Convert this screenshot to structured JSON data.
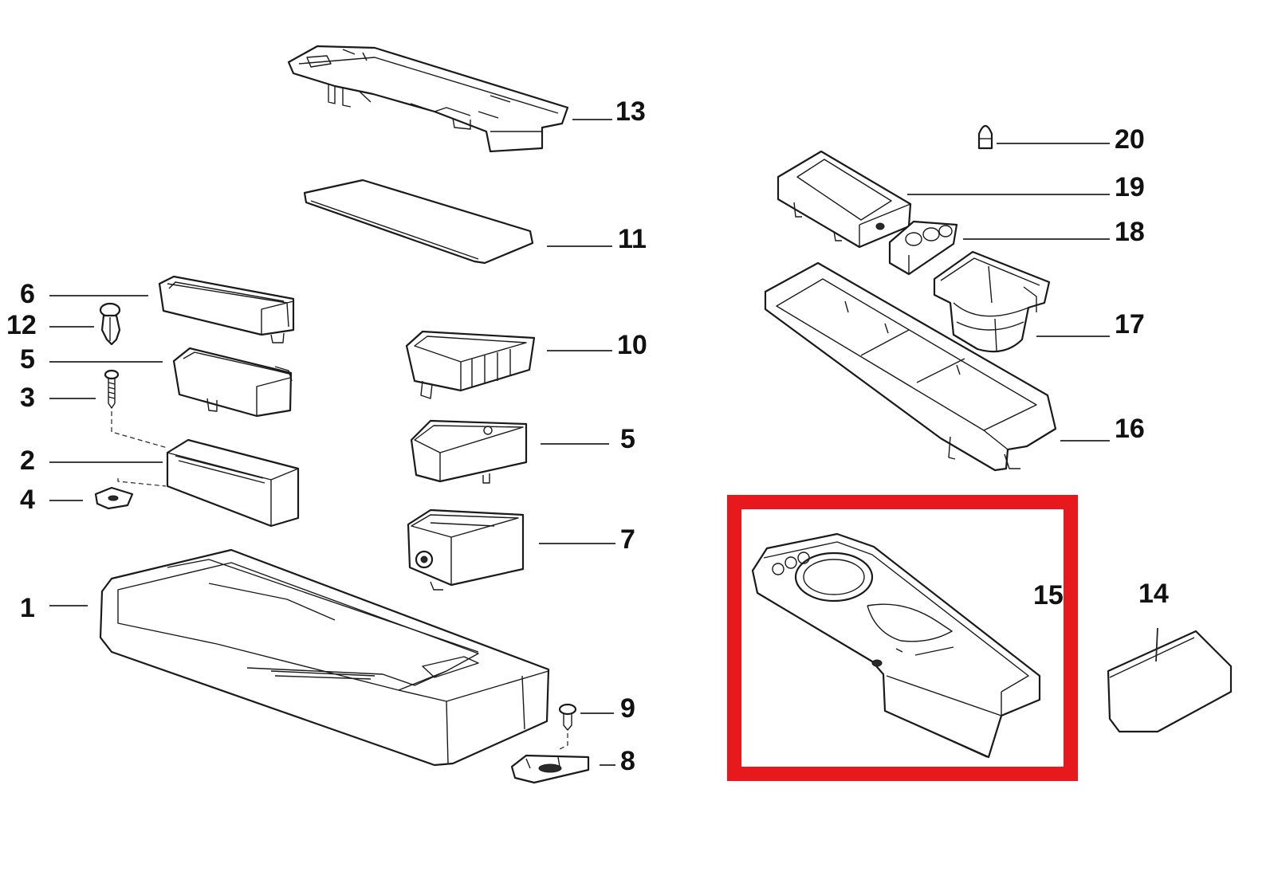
{
  "diagram": {
    "part_numbers": [
      "1",
      "2",
      "3",
      "4",
      "5",
      "6",
      "7",
      "8",
      "9",
      "10",
      "11",
      "12",
      "13",
      "14",
      "15",
      "16",
      "17",
      "18",
      "19",
      "20"
    ],
    "labels": {
      "p13": "13",
      "p11": "11",
      "p6": "6",
      "p12": "12",
      "p5a": "5",
      "p3": "3",
      "p2": "2",
      "p4": "4",
      "p1": "1",
      "p10": "10",
      "p5b": "5",
      "p7": "7",
      "p9": "9",
      "p8": "8",
      "p20": "20",
      "p19": "19",
      "p18": "18",
      "p17": "17",
      "p16": "16",
      "p15": "15",
      "p14": "14"
    },
    "highlight": {
      "part": "15",
      "color": "#e8191c"
    }
  }
}
